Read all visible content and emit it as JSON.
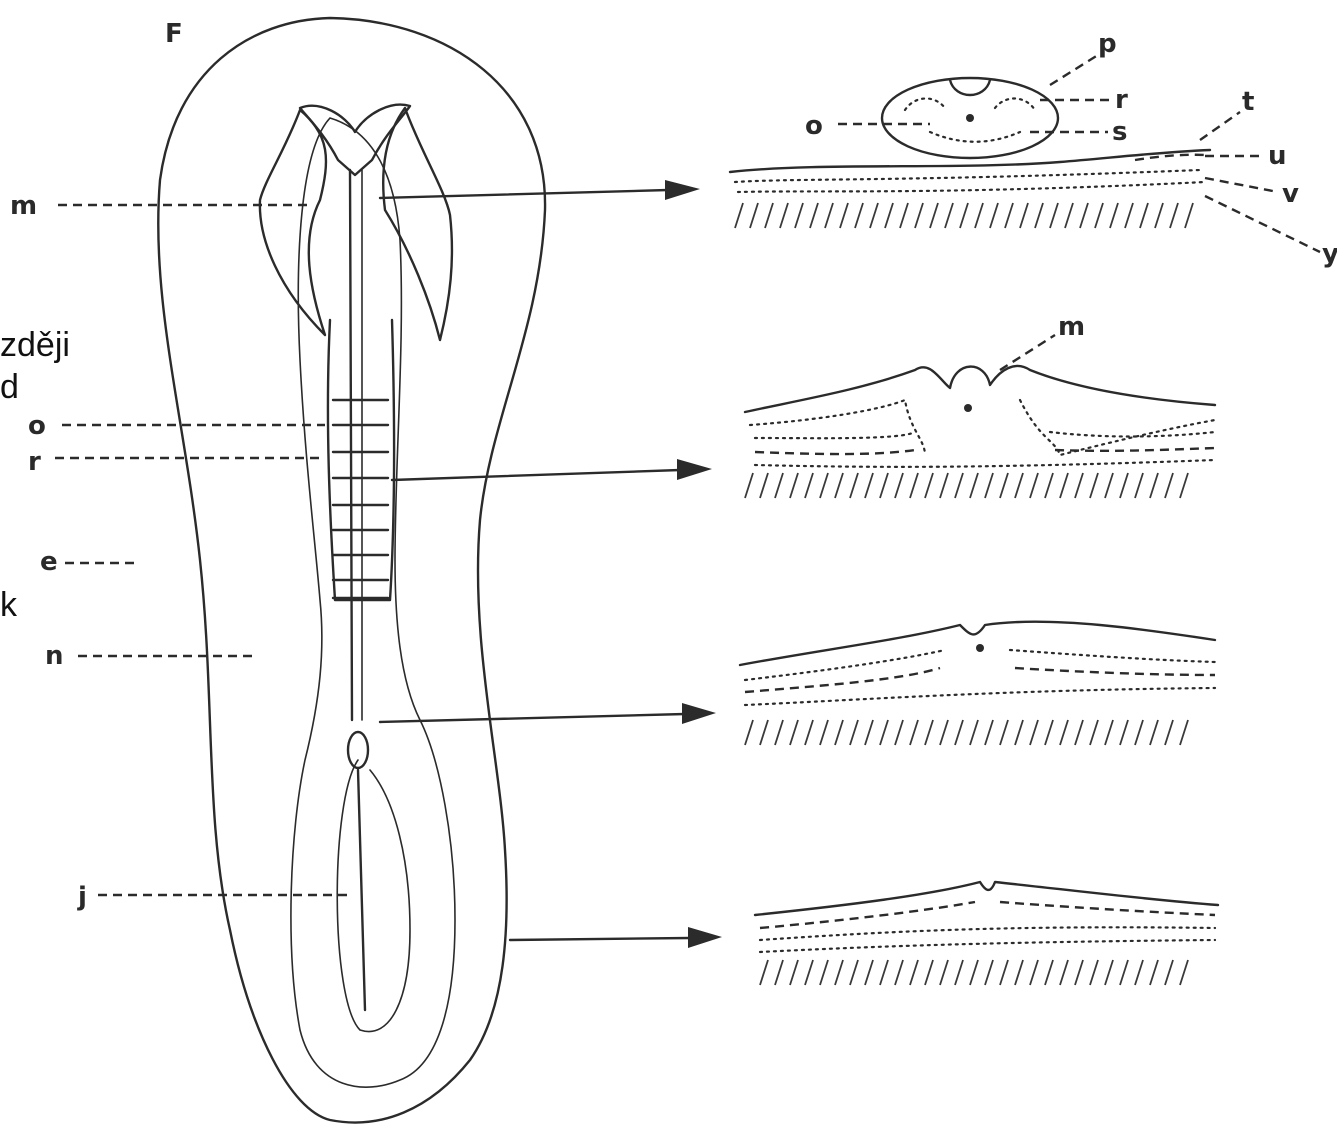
{
  "figure": {
    "letter": "F",
    "labels": {
      "m": "m",
      "o": "o",
      "r": "r",
      "e": "e",
      "n": "n",
      "j": "j",
      "p": "p",
      "r2": "r",
      "o2": "o",
      "s": "s",
      "t": "t",
      "u": "u",
      "v": "v",
      "y": "y",
      "m2": "m"
    }
  },
  "side_text": {
    "line1": "zději",
    "line2": "d",
    "line3": "k"
  }
}
